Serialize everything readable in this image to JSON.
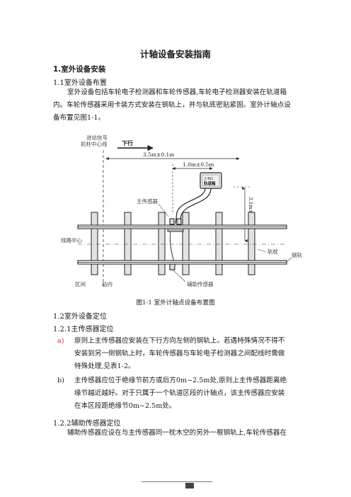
{
  "doc": {
    "title": "计轴设备安装指南",
    "section1": "1.室外设备安装",
    "section1_1": "1.1室外设备布置",
    "para1_line1": "室外设备包括车轮电子检测器和车轮传感器,车轮电子检测器安装在轨道箱",
    "para1_line2": "内。车轮传感器采用卡装方式安装在钢轨上，并与轨底密贴紧固。室外计轴点设",
    "para1_line3": "备布置见图1-1。",
    "figure": {
      "label_signal": "进站信号",
      "label_mast": "机柱中心线",
      "label_direction": "下行",
      "dim_1": "3.5m±0.1m",
      "dim_2": "1.0m±0.5m",
      "box_line1": "J·XG",
      "box_line2": "轨道箱",
      "label_main_sensor": "主传感器",
      "dim_vertical": "3.1m±0.1m",
      "label_track_center": "线路中心",
      "label_sleeper": "轨枕",
      "label_rail": "钢轨",
      "label_section": "区间",
      "label_station": "站内",
      "label_aux_sensor": "辅助传感器"
    },
    "caption": "图1-1   室外计轴点设备布置图",
    "section1_2": "1.2室外设备定位",
    "section1_2_1": "1.2.1主传感器定位",
    "item_a_marker": "a)",
    "item_a_line1": "原则上主传感器应安装在下行方向左侧的钢轨上。若遇特殊情况不得不",
    "item_a_line2": "安装到另一侧钢轨上时，车轮传感器与车轮电子检测器之间配线时需做",
    "item_a_line3": "特殊处理,见表1-2。",
    "item_b_marker": "b)",
    "item_b_line1": "主传感器应位于绝缘节前方或后方0m~2.5m处,原则上主传感器距离绝",
    "item_b_line2": "缘节越近越好。对于只属于一个轨道区段的计轴点，该主传感器应安装",
    "item_b_line3": "在本区段距绝缘节0m~2.5m处。",
    "section1_2_2": "1.2.2辅助传感器定位",
    "para2_line1": "辅助传感器应设在与主传感器同一枕木空的另外一根钢轨上,车轮传感器在"
  }
}
